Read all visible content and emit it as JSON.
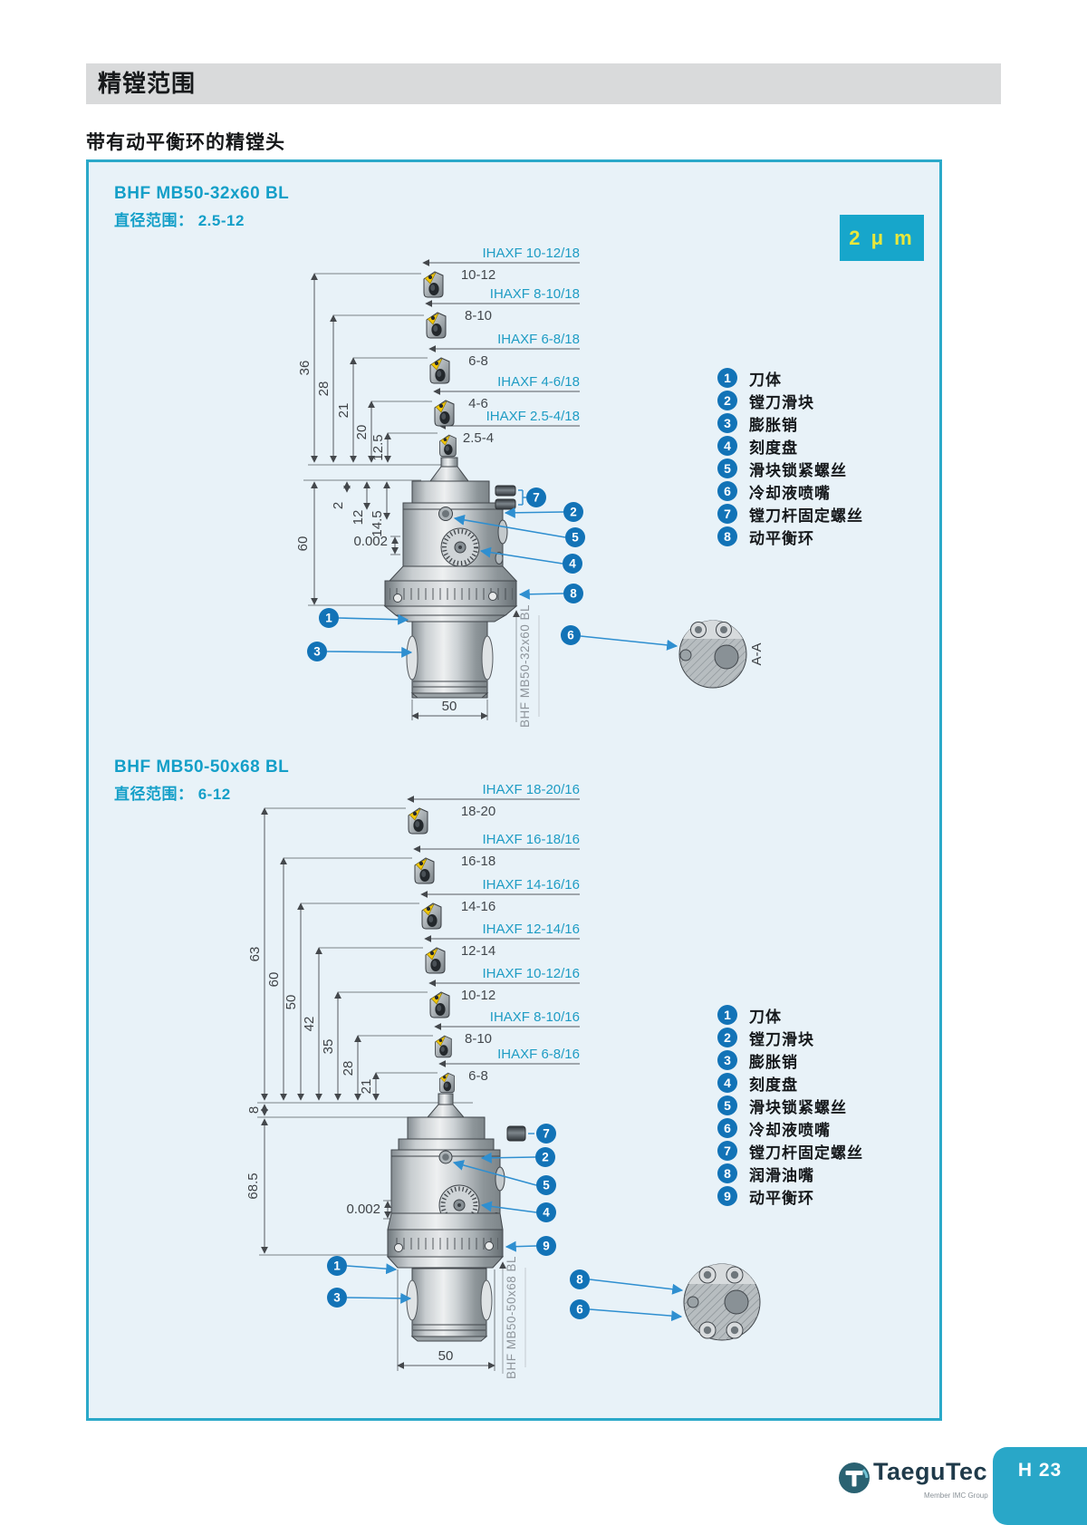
{
  "page": {
    "header_title": "精镗范围",
    "subtitle": "带有动平衡环的精镗头"
  },
  "badge": {
    "text": "2 μ m"
  },
  "sections": [
    {
      "model": "BHF MB50-32x60 BL",
      "diameter_range": "直径范围： 2.5-12",
      "vertical_label": "BHF MB50-32x60 BL",
      "section_view_label": "A-A",
      "runout": "0.002",
      "width_dim": "50",
      "height_dim": "60",
      "inserts": [
        {
          "code": "IHAXF 10-12/18",
          "range": "10-12"
        },
        {
          "code": "IHAXF 8-10/18",
          "range": "8-10"
        },
        {
          "code": "IHAXF 6-8/18",
          "range": "6-8"
        },
        {
          "code": "IHAXF 4-6/18",
          "range": "4-6"
        },
        {
          "code": "IHAXF 2.5-4/18",
          "range": "2.5-4"
        }
      ],
      "reach_dims": [
        "36",
        "28",
        "21",
        "20",
        "12.5"
      ],
      "sub_dims": [
        "2",
        "12",
        "14.5"
      ],
      "legend": [
        {
          "num": "1",
          "label": "刀体"
        },
        {
          "num": "2",
          "label": "镗刀滑块"
        },
        {
          "num": "3",
          "label": "膨胀销"
        },
        {
          "num": "4",
          "label": "刻度盘"
        },
        {
          "num": "5",
          "label": "滑块锁紧螺丝"
        },
        {
          "num": "6",
          "label": "冷却液喷嘴"
        },
        {
          "num": "7",
          "label": "镗刀杆固定螺丝"
        },
        {
          "num": "8",
          "label": "动平衡环"
        }
      ],
      "callouts": {
        "right": [
          "7",
          "2",
          "5",
          "4",
          "8"
        ],
        "left": [
          "1",
          "3"
        ],
        "section": [
          "6"
        ]
      }
    },
    {
      "model": "BHF MB50-50x68 BL",
      "diameter_range": "直径范围： 6-12",
      "vertical_label": "BHF MB50-50x68 BL",
      "runout": "0.002",
      "width_dim": "50",
      "inserts": [
        {
          "code": "IHAXF 18-20/16",
          "range": "18-20"
        },
        {
          "code": "IHAXF 16-18/16",
          "range": "16-18"
        },
        {
          "code": "IHAXF 14-16/16",
          "range": "14-16"
        },
        {
          "code": "IHAXF 12-14/16",
          "range": "12-14"
        },
        {
          "code": "IHAXF 10-12/16",
          "range": "10-12"
        },
        {
          "code": "IHAXF 8-10/16",
          "range": "8-10"
        },
        {
          "code": "IHAXF 6-8/16",
          "range": "6-8"
        }
      ],
      "reach_dims": [
        "63",
        "60",
        "50",
        "42",
        "35",
        "28",
        "21"
      ],
      "sub_dims": [
        "8",
        "68.5"
      ],
      "legend": [
        {
          "num": "1",
          "label": "刀体"
        },
        {
          "num": "2",
          "label": "镗刀滑块"
        },
        {
          "num": "3",
          "label": "膨胀销"
        },
        {
          "num": "4",
          "label": "刻度盘"
        },
        {
          "num": "5",
          "label": "滑块锁紧螺丝"
        },
        {
          "num": "6",
          "label": "冷却液喷嘴"
        },
        {
          "num": "7",
          "label": "镗刀杆固定螺丝"
        },
        {
          "num": "8",
          "label": "润滑油嘴"
        },
        {
          "num": "9",
          "label": "动平衡环"
        }
      ],
      "callouts": {
        "right": [
          "7",
          "2",
          "5",
          "4",
          "9"
        ],
        "left": [
          "1",
          "3"
        ],
        "section": [
          "8",
          "6"
        ]
      }
    }
  ],
  "footer": {
    "brand": "TaeguTec",
    "brand_sub": "Member IMC Group",
    "page_number": "H 23"
  }
}
